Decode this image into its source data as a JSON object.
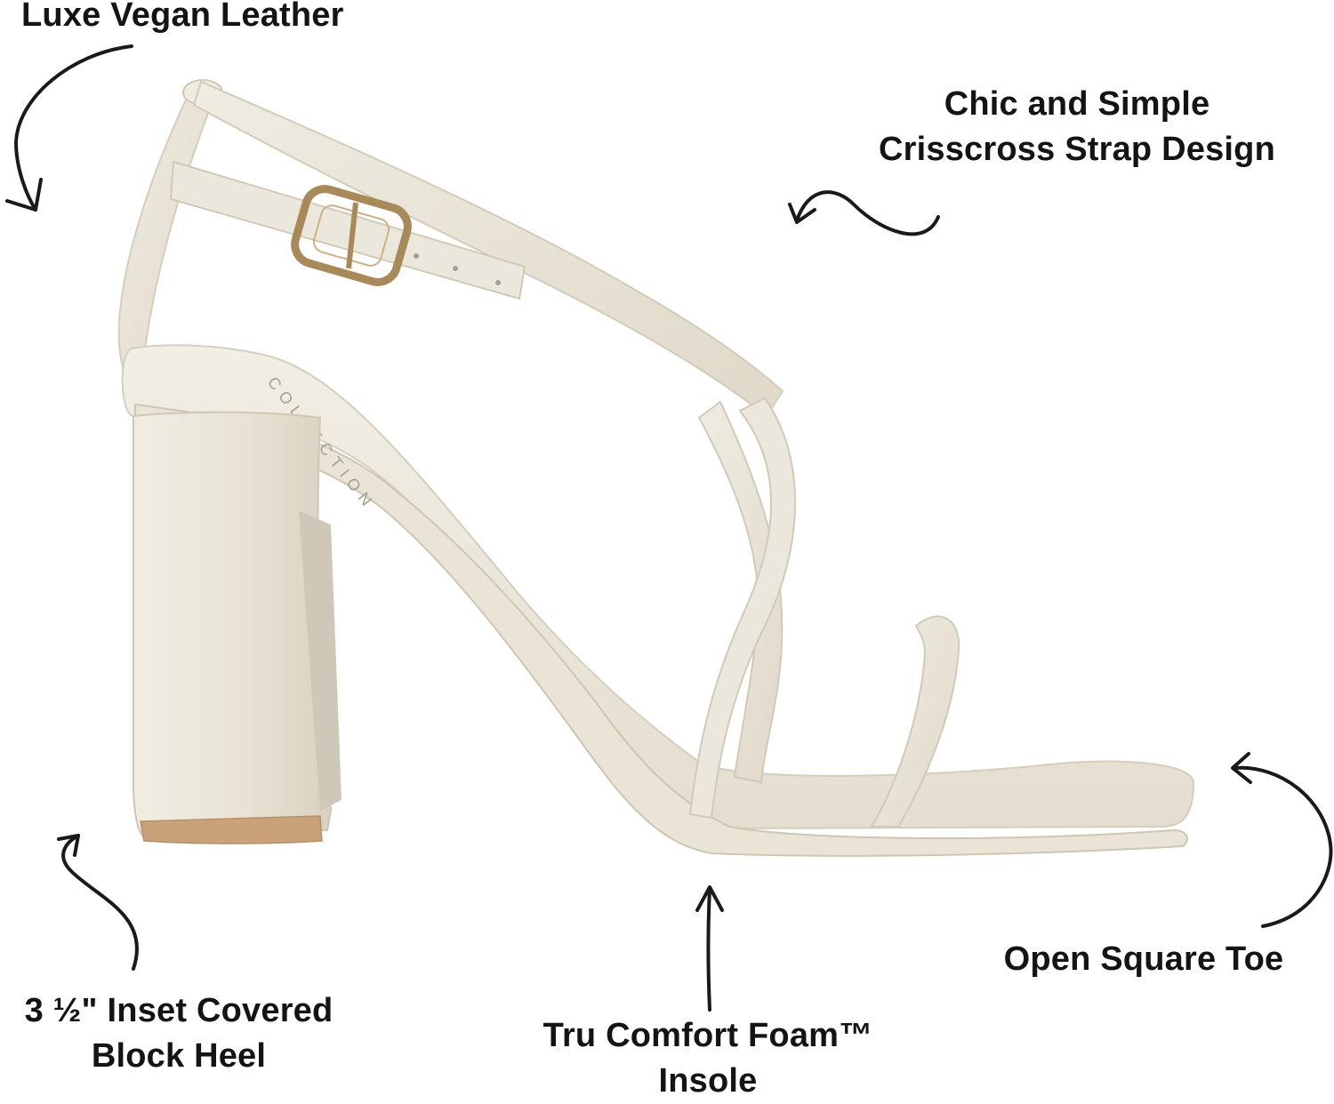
{
  "callouts": {
    "material": {
      "line1": "Luxe Vegan Leather"
    },
    "strap": {
      "line1": "Chic and Simple",
      "line2": "Crisscross Strap Design"
    },
    "heel": {
      "line1": "3 ½\" Inset Covered",
      "line2": "Block Heel"
    },
    "insole": {
      "line1": "Tru Comfort Foam™",
      "line2": "Insole"
    },
    "toe": {
      "line1": "Open Square Toe"
    }
  },
  "insole_brand_text": "COLLECTION",
  "colors": {
    "leather": "#ece7da",
    "leather_shade": "#d8d1c1",
    "sole_edge": "#c9a27a",
    "buckle": "#a8895a",
    "text": "#141414"
  }
}
